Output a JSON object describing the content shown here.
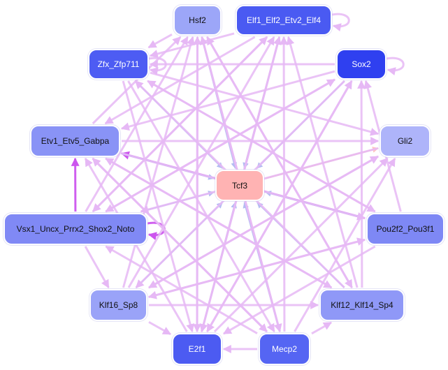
{
  "diagram": {
    "type": "directed-network",
    "nodes": [
      {
        "id": "Hsf2",
        "label": "Hsf2",
        "fill": "#9ca6f8",
        "text": "#111111"
      },
      {
        "id": "Elf",
        "label": "Elf1_Elf2_Etv2_Elf4",
        "fill": "#4a5af2",
        "text": "#ffffff"
      },
      {
        "id": "Zfx",
        "label": "Zfx_Zfp711",
        "fill": "#4d5cf3",
        "text": "#ffffff"
      },
      {
        "id": "Sox2",
        "label": "Sox2",
        "fill": "#2f40f0",
        "text": "#ffffff"
      },
      {
        "id": "Etv1",
        "label": "Etv1_Etv5_Gabpa",
        "fill": "#8993f6",
        "text": "#111111"
      },
      {
        "id": "Gli2",
        "label": "Gli2",
        "fill": "#aeb4fa",
        "text": "#111111"
      },
      {
        "id": "Tcf3",
        "label": "Tcf3",
        "fill": "#ffb3b3",
        "text": "#111111"
      },
      {
        "id": "Vsx1",
        "label": "Vsx1_Uncx_Prrx2_Shox2_Noto",
        "fill": "#8089f5",
        "text": "#111111"
      },
      {
        "id": "Pou2f2",
        "label": "Pou2f2_Pou3f1",
        "fill": "#7e88f5",
        "text": "#111111"
      },
      {
        "id": "Klf16",
        "label": "Klf16_Sp8",
        "fill": "#9aa3f8",
        "text": "#111111"
      },
      {
        "id": "Klf12",
        "label": "Klf12_Klf14_Sp4",
        "fill": "#8f98f7",
        "text": "#111111"
      },
      {
        "id": "E2f1",
        "label": "E2f1",
        "fill": "#4c5bf2",
        "text": "#ffffff"
      },
      {
        "id": "Mecp2",
        "label": "Mecp2",
        "fill": "#5565f3",
        "text": "#ffffff"
      }
    ],
    "edge_colors": {
      "violet": "#e6b8f5",
      "blue": "#b4bcf2",
      "salmon": "#ffc4c0",
      "magenta": "#cc55ee"
    },
    "edges": [
      {
        "from": "Elf",
        "to": "Elf",
        "color": "violet"
      },
      {
        "from": "Zfx",
        "to": "Zfx",
        "color": "violet"
      },
      {
        "from": "Sox2",
        "to": "Sox2",
        "color": "violet"
      },
      {
        "from": "Vsx1",
        "to": "Vsx1",
        "color": "magenta"
      },
      {
        "from": "Vsx1",
        "to": "Etv1",
        "color": "magenta"
      },
      {
        "from": "Pou2f2",
        "to": "Etv1",
        "color": "magenta"
      },
      {
        "from": "Tcf3",
        "to": "Elf",
        "color": "salmon"
      },
      {
        "from": "Tcf3",
        "to": "Gli2",
        "color": "salmon"
      },
      {
        "from": "Hsf2",
        "to": "Tcf3",
        "color": "blue"
      },
      {
        "from": "Zfx",
        "to": "Tcf3",
        "color": "blue"
      },
      {
        "from": "Sox2",
        "to": "Tcf3",
        "color": "blue"
      },
      {
        "from": "Elf",
        "to": "Tcf3",
        "color": "blue"
      },
      {
        "from": "Etv1",
        "to": "Tcf3",
        "color": "blue"
      },
      {
        "from": "Vsx1",
        "to": "Tcf3",
        "color": "blue"
      },
      {
        "from": "Pou2f2",
        "to": "Tcf3",
        "color": "blue"
      },
      {
        "from": "Klf16",
        "to": "Tcf3",
        "color": "blue"
      },
      {
        "from": "Klf12",
        "to": "Tcf3",
        "color": "blue"
      },
      {
        "from": "E2f1",
        "to": "Tcf3",
        "color": "blue"
      },
      {
        "from": "Mecp2",
        "to": "Tcf3",
        "color": "blue"
      },
      {
        "from": "Mecp2",
        "to": "Elf",
        "color": "violet"
      },
      {
        "from": "Klf12",
        "to": "Sox2",
        "color": "violet"
      },
      {
        "from": "Klf16",
        "to": "Hsf2",
        "color": "violet"
      },
      {
        "from": "E2f1",
        "to": "Hsf2",
        "color": "violet"
      },
      {
        "from": "Mecp2",
        "to": "Hsf2",
        "color": "violet"
      },
      {
        "from": "Mecp2",
        "to": "E2f1",
        "color": "violet"
      },
      {
        "from": "Klf16",
        "to": "E2f1",
        "color": "violet"
      },
      {
        "from": "Mecp2",
        "to": "Klf12",
        "color": "violet"
      },
      {
        "from": "Klf16",
        "to": "Klf12",
        "color": "violet"
      },
      {
        "from": "Vsx1",
        "to": "Klf16",
        "color": "violet"
      },
      {
        "from": "Mecp2",
        "to": "Vsx1",
        "color": "violet"
      },
      {
        "from": "Hsf2",
        "to": "Zfx",
        "color": "violet"
      },
      {
        "from": "Elf",
        "to": "Etv1",
        "color": "violet"
      },
      {
        "from": "Sox2",
        "to": "Etv1",
        "color": "violet"
      },
      {
        "from": "Zfx",
        "to": "Gli2",
        "color": "violet"
      },
      {
        "from": "Etv1",
        "to": "Gli2",
        "color": "violet"
      },
      {
        "from": "Vsx1",
        "to": "Elf",
        "color": "violet"
      },
      {
        "from": "Vsx1",
        "to": "Hsf2",
        "color": "violet"
      },
      {
        "from": "Klf12",
        "to": "Zfx",
        "color": "violet"
      },
      {
        "from": "Pou2f2",
        "to": "Zfx",
        "color": "violet"
      },
      {
        "from": "Pou2f2",
        "to": "Sox2",
        "color": "violet"
      },
      {
        "from": "Klf12",
        "to": "Elf",
        "color": "violet"
      },
      {
        "from": "Klf16",
        "to": "Elf",
        "color": "violet"
      },
      {
        "from": "E2f1",
        "to": "Elf",
        "color": "violet"
      },
      {
        "from": "E2f1",
        "to": "Gli2",
        "color": "violet"
      },
      {
        "from": "Mecp2",
        "to": "Gli2",
        "color": "violet"
      },
      {
        "from": "Klf16",
        "to": "Gli2",
        "color": "violet"
      },
      {
        "from": "Klf12",
        "to": "Etv1",
        "color": "violet"
      },
      {
        "from": "Mecp2",
        "to": "Etv1",
        "color": "violet"
      },
      {
        "from": "E2f1",
        "to": "Etv1",
        "color": "violet"
      },
      {
        "from": "Etv1",
        "to": "Klf12",
        "color": "violet"
      },
      {
        "from": "Etv1",
        "to": "Mecp2",
        "color": "violet"
      },
      {
        "from": "Zfx",
        "to": "Mecp2",
        "color": "violet"
      },
      {
        "from": "Zfx",
        "to": "E2f1",
        "color": "violet"
      },
      {
        "from": "Hsf2",
        "to": "E2f1",
        "color": "violet"
      },
      {
        "from": "Sox2",
        "to": "Vsx1",
        "color": "violet"
      },
      {
        "from": "Elf",
        "to": "Vsx1",
        "color": "violet"
      },
      {
        "from": "Elf",
        "to": "E2f1",
        "color": "violet"
      },
      {
        "from": "Sox2",
        "to": "Klf16",
        "color": "violet"
      },
      {
        "from": "Gli2",
        "to": "Klf16",
        "color": "violet"
      },
      {
        "from": "Gli2",
        "to": "Vsx1",
        "color": "violet"
      },
      {
        "from": "Pou2f2",
        "to": "Klf16",
        "color": "violet"
      },
      {
        "from": "Pou2f2",
        "to": "E2f1",
        "color": "violet"
      },
      {
        "from": "Zfx",
        "to": "Pou2f2",
        "color": "violet"
      },
      {
        "from": "Etv1",
        "to": "Pou2f2",
        "color": "violet"
      },
      {
        "from": "Hsf2",
        "to": "Klf12",
        "color": "violet"
      },
      {
        "from": "Hsf2",
        "to": "Mecp2",
        "color": "violet"
      },
      {
        "from": "Sox2",
        "to": "E2f1",
        "color": "violet"
      },
      {
        "from": "Sox2",
        "to": "Zfx",
        "color": "violet"
      },
      {
        "from": "Elf",
        "to": "Zfx",
        "color": "violet"
      },
      {
        "from": "Etv1",
        "to": "Hsf2",
        "color": "violet"
      },
      {
        "from": "Klf12",
        "to": "Hsf2",
        "color": "violet"
      },
      {
        "from": "Vsx1",
        "to": "Sox2",
        "color": "violet"
      },
      {
        "from": "E2f1",
        "to": "Sox2",
        "color": "violet"
      },
      {
        "from": "Klf16",
        "to": "Pou2f2",
        "color": "violet"
      }
    ]
  }
}
